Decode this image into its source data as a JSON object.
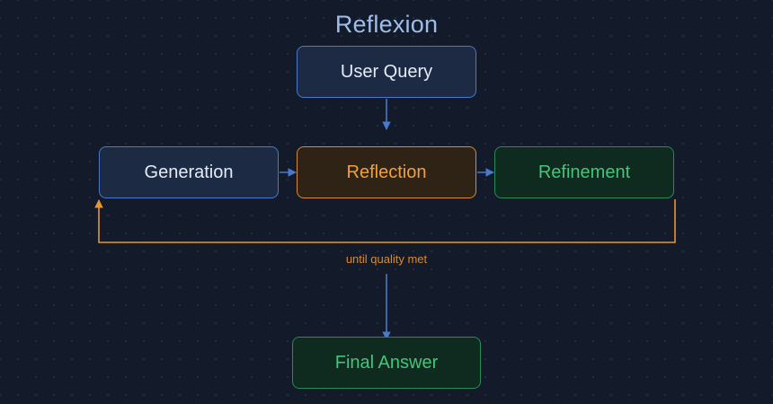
{
  "diagram": {
    "title": "Reflexion",
    "nodes": {
      "user_query": "User Query",
      "generation": "Generation",
      "reflection": "Reflection",
      "refinement": "Refinement",
      "final_answer": "Final Answer"
    },
    "loop_label": "until quality met"
  },
  "colors": {
    "background": "#131a29",
    "title": "#9fbdea",
    "blue_border": "#4a78cc",
    "orange_border": "#d98a32",
    "green_border": "#2a8c55",
    "arrow_blue": "#4a78cc",
    "arrow_orange": "#e8962f"
  }
}
